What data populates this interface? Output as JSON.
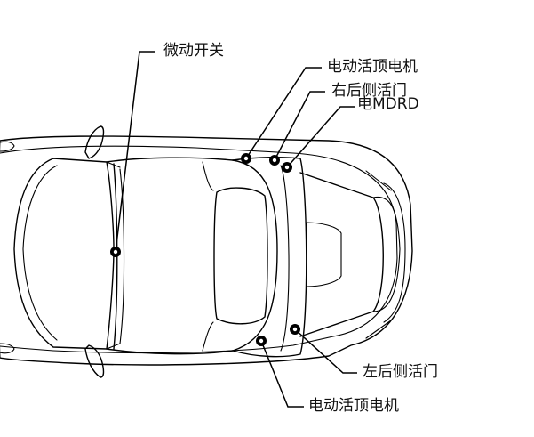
{
  "labels": {
    "micro_switch": "微动开关",
    "motor_top_right": "电动活顶电机",
    "right_rear_door": "右后侧活门",
    "overlap_text": "电MDRD",
    "left_rear_door": "左后侧活门",
    "motor_bottom": "电动活顶电机"
  }
}
